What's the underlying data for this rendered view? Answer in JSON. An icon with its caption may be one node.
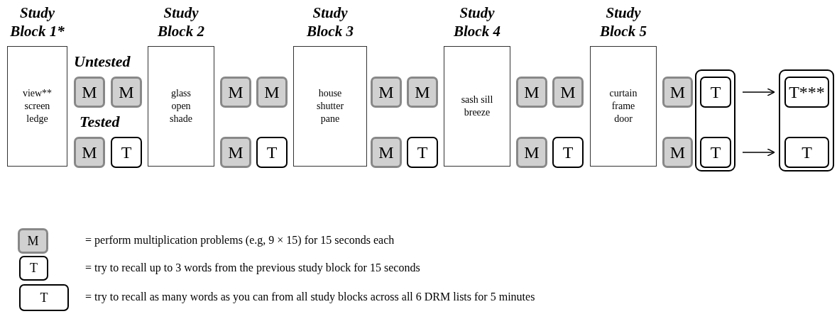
{
  "diagram": {
    "nodes": [
      {
        "text": [
          "Study Block 1*",
          "view** screen ledge"
        ]
      },
      {
        "text": [
          "M"
        ]
      },
      {
        "text": [
          "M"
        ]
      },
      {
        "text": [
          "M"
        ]
      },
      {
        "text": [
          "T"
        ]
      },
      {
        "text": [
          "Study Block 2",
          "glass open shade"
        ]
      },
      {
        "text": [
          "M"
        ]
      },
      {
        "text": [
          "M"
        ]
      },
      {
        "text": [
          "M"
        ]
      },
      {
        "text": [
          "T"
        ]
      },
      {
        "text": [
          "Study Block 3",
          "house shutter pane"
        ]
      },
      {
        "text": [
          "M"
        ]
      },
      {
        "text": [
          "M"
        ]
      },
      {
        "text": [
          "M"
        ]
      },
      {
        "text": [
          "T"
        ]
      },
      {
        "text": [
          "Study Block 4",
          "sash sill breeze"
        ]
      },
      {
        "text": [
          "M"
        ]
      },
      {
        "text": [
          "M"
        ]
      },
      {
        "text": [
          "M"
        ]
      },
      {
        "text": [
          "T"
        ]
      },
      {
        "text": [
          "Study Block 5",
          "curtain frame door"
        ]
      },
      {
        "text": [
          "M"
        ]
      },
      {
        "text": [],
        "shape": "box"
      },
      {
        "text": [
          "T"
        ],
        "in": 22
      },
      {
        "text": [
          "M"
        ]
      },
      {
        "text": [
          "T"
        ],
        "in": 22
      },
      {
        "text": [],
        "shape": "box"
      },
      {
        "text": [
          "T***"
        ],
        "in": 26
      },
      {
        "text": [
          "T"
        ],
        "in": 26
      }
    ],
    "edges": [
      {
        "from": 23,
        "to": 27,
        "arrow": "to"
      },
      {
        "from": 25,
        "to": 28,
        "arrow": "to"
      }
    ],
    "labels": [
      "Untested",
      "Tested",
      "M",
      "T",
      "T"
    ],
    "legend": [
      {
        "text": "= perform multiplication problems (e.g, 9 × 15) for 15 seconds each"
      },
      {
        "text": "= try to recall up to 3 words from the previous study block for 15 seconds"
      },
      {
        "text": "= try to recall as many words as you can from all study blocks across all 6 DRM lists for 5 minutes"
      }
    ]
  }
}
